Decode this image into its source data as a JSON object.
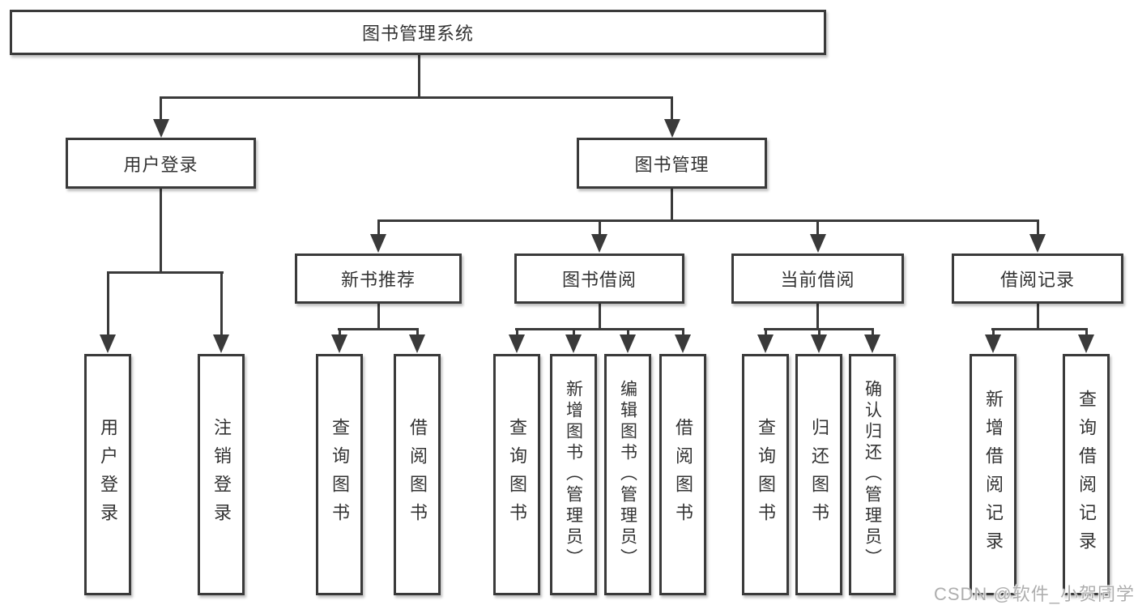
{
  "diagram": {
    "root": {
      "label": "图书管理系统"
    },
    "level2": [
      {
        "label": "用户登录"
      },
      {
        "label": "图书管理"
      }
    ],
    "level3": [
      {
        "label": "新书推荐"
      },
      {
        "label": "图书借阅"
      },
      {
        "label": "当前借阅"
      },
      {
        "label": "借阅记录"
      }
    ],
    "leaves": {
      "user_login": [
        {
          "label": "用户登录"
        },
        {
          "label": "注销登录"
        }
      ],
      "new_books": [
        {
          "label": "查询图书"
        },
        {
          "label": "借阅图书"
        }
      ],
      "book_borrow": [
        {
          "label": "查询图书"
        },
        {
          "label": "新增图书（管理员）"
        },
        {
          "label": "编辑图书（管理员）"
        },
        {
          "label": "借阅图书"
        }
      ],
      "current_borrow": [
        {
          "label": "查询图书"
        },
        {
          "label": "归还图书"
        },
        {
          "label": "确认归还（管理员）"
        }
      ],
      "borrow_records": [
        {
          "label": "新增借阅记录"
        },
        {
          "label": "查询借阅记录"
        }
      ]
    }
  },
  "watermark": "CSDN @软件_小贺同学",
  "colors": {
    "line": "#3a3a3a",
    "text": "#333333",
    "box_bg": "#ffffff",
    "watermark": "#aeaeae"
  }
}
